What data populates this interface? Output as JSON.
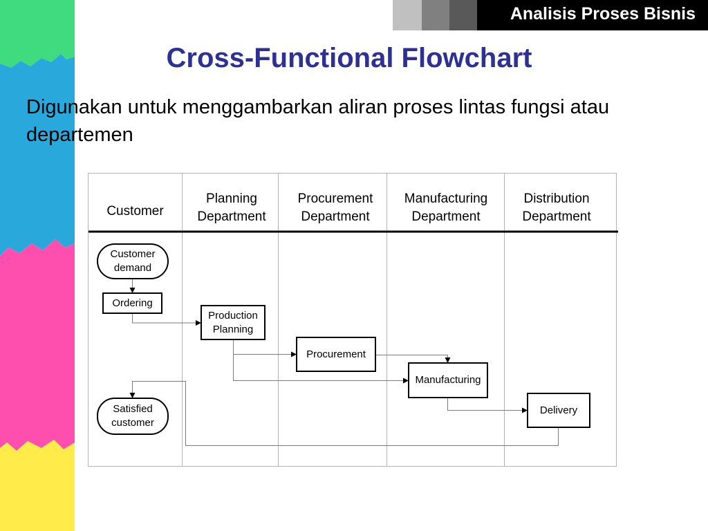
{
  "header": {
    "badge": "Analisis Proses Bisnis"
  },
  "title": "Cross-Functional Flowchart",
  "subtitle": "Digunakan untuk menggambarkan aliran proses lintas fungsi atau departemen",
  "lanes": [
    {
      "line1": "Customer",
      "line2": ""
    },
    {
      "line1": "Planning",
      "line2": "Department"
    },
    {
      "line1": "Procurement",
      "line2": "Department"
    },
    {
      "line1": "Manufacturing",
      "line2": "Department"
    },
    {
      "line1": "Distribution",
      "line2": "Department"
    }
  ],
  "nodes": {
    "customer_demand": {
      "line1": "Customer",
      "line2": "demand"
    },
    "ordering": "Ordering",
    "production_planning": {
      "line1": "Production",
      "line2": "Planning"
    },
    "procurement": "Procurement",
    "manufacturing": "Manufacturing",
    "delivery": "Delivery",
    "satisfied_customer": {
      "line1": "Satisfied",
      "line2": "customer"
    }
  },
  "edges": [
    {
      "from": "customer_demand",
      "to": "ordering"
    },
    {
      "from": "ordering",
      "to": "production_planning"
    },
    {
      "from": "production_planning",
      "to": "procurement"
    },
    {
      "from": "production_planning",
      "to": "manufacturing"
    },
    {
      "from": "procurement",
      "to": "manufacturing"
    },
    {
      "from": "manufacturing",
      "to": "delivery"
    },
    {
      "from": "delivery",
      "to": "satisfied_customer"
    }
  ],
  "colors": {
    "title": "#2e3192",
    "strip": [
      "#3ddc84",
      "#2aa7d9",
      "#ff4fb0",
      "#ffe94a"
    ]
  }
}
